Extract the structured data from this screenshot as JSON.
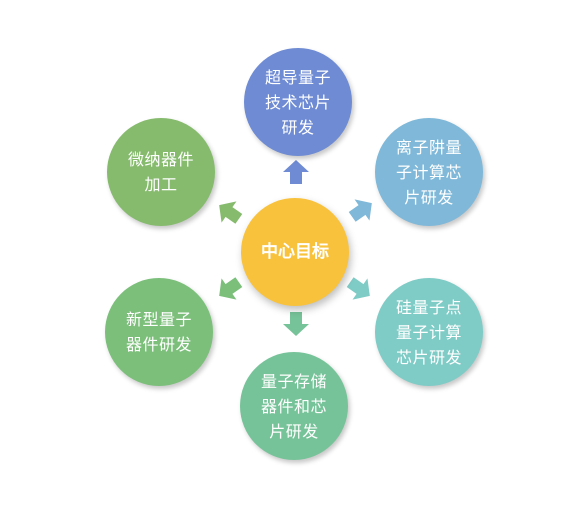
{
  "center": {
    "label": "中心目标",
    "color": "#F8C23C"
  },
  "nodes": [
    {
      "id": "top",
      "label": "超导量子技术芯片研发",
      "color": "#6E8BD3"
    },
    {
      "id": "tr",
      "label": "离子阱量子计算芯片研发",
      "color": "#7FB8D8"
    },
    {
      "id": "br",
      "label": "硅量子点量子计算芯片研发",
      "color": "#7FCBC6"
    },
    {
      "id": "bottom",
      "label": "量子存储器件和芯片研发",
      "color": "#77C399"
    },
    {
      "id": "bl",
      "label": "新型量子器件研发",
      "color": "#7BBF7A"
    },
    {
      "id": "tl",
      "label": "微纳器件加工",
      "color": "#86BB6E"
    }
  ],
  "arrow_colors": {
    "top": "#6E8BD3",
    "tr": "#7FB8D8",
    "br": "#7FCBC6",
    "bottom": "#77C399",
    "bl": "#7BBF7A",
    "tl": "#86BB6E"
  }
}
